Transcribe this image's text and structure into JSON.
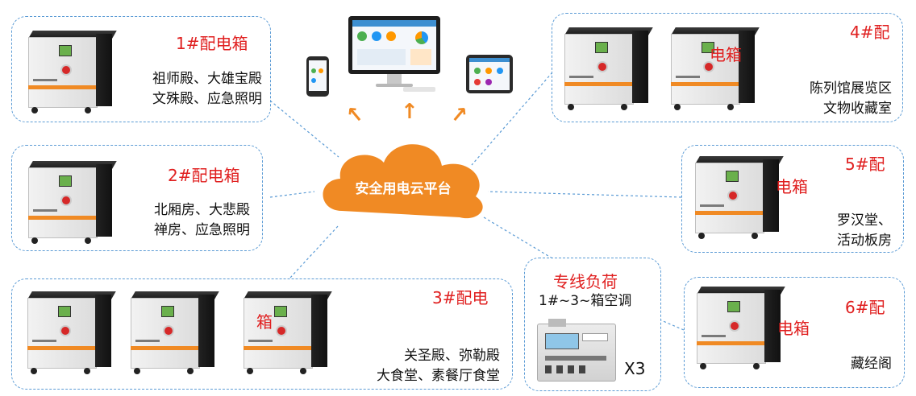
{
  "cloud": {
    "label": "安全用电云平台",
    "color": "#f08a24"
  },
  "box1": {
    "title": "1#配电箱",
    "lines": [
      "祖师殿、大雄宝殿",
      "文殊殿、应急照明"
    ]
  },
  "box2": {
    "title": "2#配电箱",
    "lines": [
      "北厢房、大悲殿",
      "禅房、应急照明"
    ]
  },
  "box3": {
    "title_a": "3#配电",
    "title_b": "箱",
    "lines": [
      "关圣殿、弥勒殿",
      "大食堂、素餐厅食堂"
    ]
  },
  "box4": {
    "title_a": "4#配",
    "title_b": "电箱",
    "lines": [
      "陈列馆展览区",
      "文物收藏室"
    ]
  },
  "box5": {
    "title_a": "5#配",
    "title_b": "电箱",
    "lines": [
      "罗汉堂、",
      "活动板房"
    ]
  },
  "box6": {
    "title_a": "6#配",
    "title_b": "电箱",
    "lines": [
      "藏经阁"
    ]
  },
  "special": {
    "title": "专线负荷",
    "subtitle": "1#~3~箱空调",
    "count": "X3"
  },
  "colors": {
    "accent": "#e02020",
    "dash": "#5b9bd5",
    "cloud": "#f08a24"
  }
}
